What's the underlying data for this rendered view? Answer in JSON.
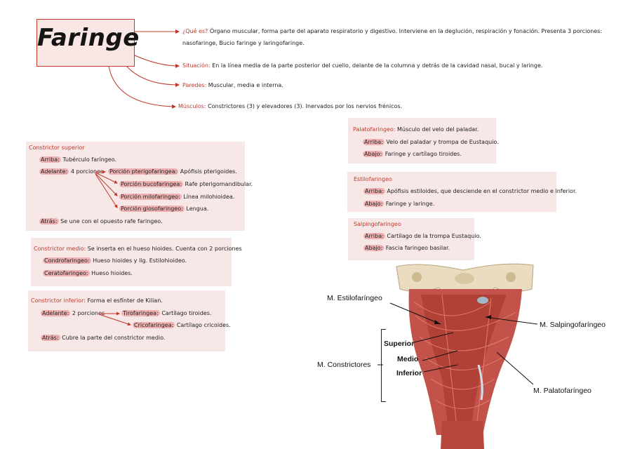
{
  "title": "Faringe",
  "intro": {
    "que_label": "¿Qué es?",
    "que_text_1": " Órgano muscular, forma parte del aparato respiratorio y digestivo. Interviene en la deglución, respiración y fonación. Presenta 3 porciones:",
    "que_text_2": "nasofaringe, Bucio faringe y laringofaringe.",
    "situacion_label": "Situación:",
    "situacion_text": " En la línea media de la parte posterior del cuello, delante de la columna y detrás de la cavidad nasal, bucal y laringe.",
    "paredes_label": "Paredes:",
    "paredes_text": " Muscular, media e interna.",
    "musculos_label": "Músculos:",
    "musculos_text": " Constrictores (3) y elevadores (3). Inervados por los nervios frénicos."
  },
  "constrictor_superior": {
    "heading": "Constrictor superior",
    "arriba_label": "Arriba:",
    "arriba_text": " Tubérculo faríngeo.",
    "adelante_label": "Adelante:",
    "adelante_text": " 4 porciones",
    "porciones": [
      {
        "label": "Porción pterigofaringea:",
        "text": " Apófisis pterigoides."
      },
      {
        "label": "Porción bucofaringea:",
        "text": " Rafe pterigomandibular."
      },
      {
        "label": "Porción milofaringeo:",
        "text": " Línea milohioidea."
      },
      {
        "label": "Porción glosofaringeo:",
        "text": " Lengua."
      }
    ],
    "atras_label": "Atrás:",
    "atras_text": " Se une con el opuesto rafe faringeo."
  },
  "constrictor_medio": {
    "heading": "Constrictor medio:",
    "heading_text": " Se inserta en el hueso hioides. Cuenta con 2 porciones",
    "condro_label": "Condrofaringeo:",
    "condro_text": " Hueso hioides y lig. Estilohioideo.",
    "cerato_label": "Ceratofaringeo:",
    "cerato_text": " Hueso hioides."
  },
  "constrictor_inferior": {
    "heading": "Constrictor inferior:",
    "heading_text": " Forma el esfínter de Kilian.",
    "adelante_label": "Adelante:",
    "adelante_text": " 2 porciones",
    "tiro_label": "Tirofaringea:",
    "tiro_text": " Cartílago tiroides.",
    "crico_label": "Cricofaringea:",
    "crico_text": " Cartílago cricoides.",
    "atras_label": "Atrás:",
    "atras_text": " Cubre la parte del constrictor medio."
  },
  "palatofaringeo": {
    "heading": "Palatofaringeo:",
    "heading_text": " Músculo del velo del paladar.",
    "arriba_label": "Arriba:",
    "arriba_text": " Velo del paladar y trompa de Eustaquio.",
    "abajo_label": "Abajo:",
    "abajo_text": " Faringe y cartílago tiroides."
  },
  "estilofaringeo": {
    "heading": "Estilofaringeo",
    "arriba_label": "Arriba:",
    "arriba_text": " Apófisis estiloides, que desciende en el constrictor medio e inferior.",
    "abajo_label": "Abajo:",
    "abajo_text": " Faringe y laringe."
  },
  "salpingofaringeo": {
    "heading": "Salpingofaringeo",
    "arriba_label": "Arriba:",
    "arriba_text": " Cartílago de la trompa Eustaquio.",
    "abajo_label": "Abajo:",
    "abajo_text": " Fascia faringeo basilar."
  },
  "figure": {
    "estilo": "M. Estilofaríngeo",
    "salpingo": "M. Salpingofaríngeo",
    "constrictores": "M. Constrictores",
    "superior": "Superior",
    "medio": "Medio",
    "inferior": "Inferior",
    "palato": "M. Palatofaríngeo"
  },
  "colors": {
    "accent": "#c0392b",
    "highlight": "#efb2b2",
    "box": "#f7e8e7"
  }
}
